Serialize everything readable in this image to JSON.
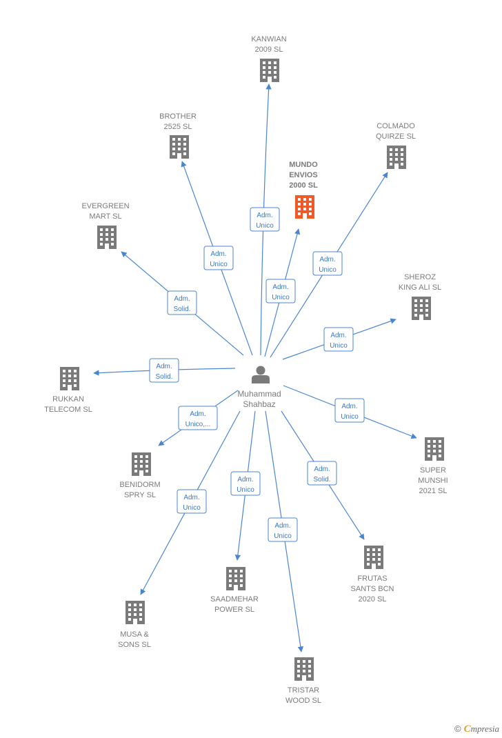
{
  "colors": {
    "edge": "#4a86d0",
    "node": "#7a7a7a",
    "highlight": "#f05a28"
  },
  "person": {
    "name_line1": "Muhammad",
    "name_line2": "Shahbaz"
  },
  "companies": [
    {
      "id": "kanwian",
      "lines": [
        "KANWIAN",
        "2009 SL"
      ],
      "highlight": false,
      "relation": [
        "Adm.",
        "Unico"
      ]
    },
    {
      "id": "brother",
      "lines": [
        "BROTHER",
        "2525  SL"
      ],
      "highlight": false,
      "relation": [
        "Adm.",
        "Unico"
      ]
    },
    {
      "id": "colmado",
      "lines": [
        "COLMADO",
        "QUIRZE  SL"
      ],
      "highlight": false,
      "relation": [
        "Adm.",
        "Unico"
      ]
    },
    {
      "id": "mundo",
      "lines": [
        "MUNDO",
        "ENVIOS",
        "2000  SL"
      ],
      "highlight": true,
      "relation": [
        "Adm.",
        "Unico"
      ]
    },
    {
      "id": "evergreen",
      "lines": [
        "EVERGREEN",
        "MART  SL"
      ],
      "highlight": false,
      "relation": [
        "Adm.",
        "Solid."
      ]
    },
    {
      "id": "sheroz",
      "lines": [
        "SHEROZ",
        "KING ALI  SL"
      ],
      "highlight": false,
      "relation": [
        "Adm.",
        "Unico"
      ]
    },
    {
      "id": "rukkan",
      "lines": [
        "RUKKAN",
        "TELECOM SL"
      ],
      "highlight": false,
      "relation": [
        "Adm.",
        "Solid."
      ]
    },
    {
      "id": "super",
      "lines": [
        "SUPER",
        "MUNSHI",
        "2021  SL"
      ],
      "highlight": false,
      "relation": [
        "Adm.",
        "Unico"
      ]
    },
    {
      "id": "benidorm",
      "lines": [
        "BENIDORM",
        "SPRY SL"
      ],
      "highlight": false,
      "relation": [
        "Adm.",
        "Unico,..."
      ]
    },
    {
      "id": "frutas",
      "lines": [
        "FRUTAS",
        "SANTS BCN",
        "2020  SL"
      ],
      "highlight": false,
      "relation": [
        "Adm.",
        "Solid."
      ]
    },
    {
      "id": "saadmehar",
      "lines": [
        "SAADMEHAR",
        "POWER  SL"
      ],
      "highlight": false,
      "relation": [
        "Adm.",
        "Unico"
      ]
    },
    {
      "id": "musa",
      "lines": [
        "MUSA &",
        "SONS  SL"
      ],
      "highlight": false,
      "relation": [
        "Adm.",
        "Unico"
      ]
    },
    {
      "id": "tristar",
      "lines": [
        "TRISTAR",
        "WOOD  SL"
      ],
      "highlight": false,
      "relation": [
        "Adm.",
        "Unico"
      ]
    }
  ],
  "footer": {
    "copyright": "©",
    "brand_first": "C",
    "brand_rest": "mpresia"
  }
}
